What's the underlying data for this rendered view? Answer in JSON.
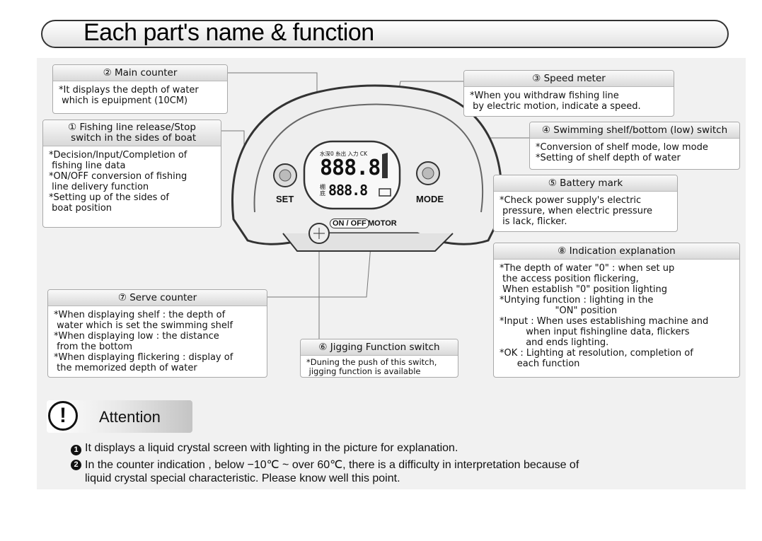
{
  "title": "Each part's name & function",
  "boxes": {
    "main_counter": {
      "title": "② Main counter",
      "body": "*It displays the depth of water\n which is epuipment (10CM)"
    },
    "speed_meter": {
      "title": "③ Speed meter",
      "body": "*When you withdraw fishing line\n by electric motion, indicate a speed."
    },
    "fishing_switch": {
      "title": "① Fishing line release/Stop\n switch in the sides of boat",
      "body": "*Decision/Input/Completion of\n fishing line data\n*ON/OFF conversion of fishing\n line delivery function\n*Setting up of the sides of\n boat position"
    },
    "swimming_switch": {
      "title": "④ Swimming shelf/bottom (low) switch",
      "body": "*Conversion of shelf mode, low mode\n*Setting of shelf depth of water"
    },
    "battery_mark": {
      "title": "⑤ Battery mark",
      "body": "*Check power supply's electric\n pressure, when electric pressure\n is lack, flicker."
    },
    "indication": {
      "title": "⑧ Indication explanation",
      "body": "*The depth of water \"0\" : when set up\n the access position flickering,\n When establish \"0\" position lighting\n*Untying function : lighting in the\n                   \"ON\" position\n*Input : When uses establishing machine and\n         when input fishingline data, flickers\n         and ends lighting.\n*OK : Lighting at resolution, completion of\n      each function"
    },
    "serve_counter": {
      "title": "⑦ Serve counter",
      "body": "*When displaying shelf : the depth of\n water which is set the swimming shelf\n*When displaying low : the distance\n from the bottom\n*When displaying flickering : display of\n the memorized depth of water"
    },
    "jigging": {
      "title": "⑥ Jigging Function switch",
      "body": "*Duning the push of this switch,\n jigging function is available"
    }
  },
  "device": {
    "set_label": "SET",
    "mode_label": "MODE",
    "onoff_label": "ON / OFF",
    "motor_label": "MOTOR",
    "lcd_top_labels": "水深0 糸出 入力 CK",
    "lcd_main_digits": "888.8",
    "lcd_sub_label": "棚\n底",
    "lcd_sub_digits": "888.8"
  },
  "attention": {
    "label": "Attention",
    "icon": "!",
    "notes": [
      {
        "num": "1",
        "text": "It displays a liquid crystal screen with lighting in the picture for explanation."
      },
      {
        "num": "2",
        "text": "In the counter indication , below −10℃ ~ over 60℃, there is a difficulty in interpretation because of\nliquid crystal special characteristic. Please know well this point."
      }
    ]
  }
}
